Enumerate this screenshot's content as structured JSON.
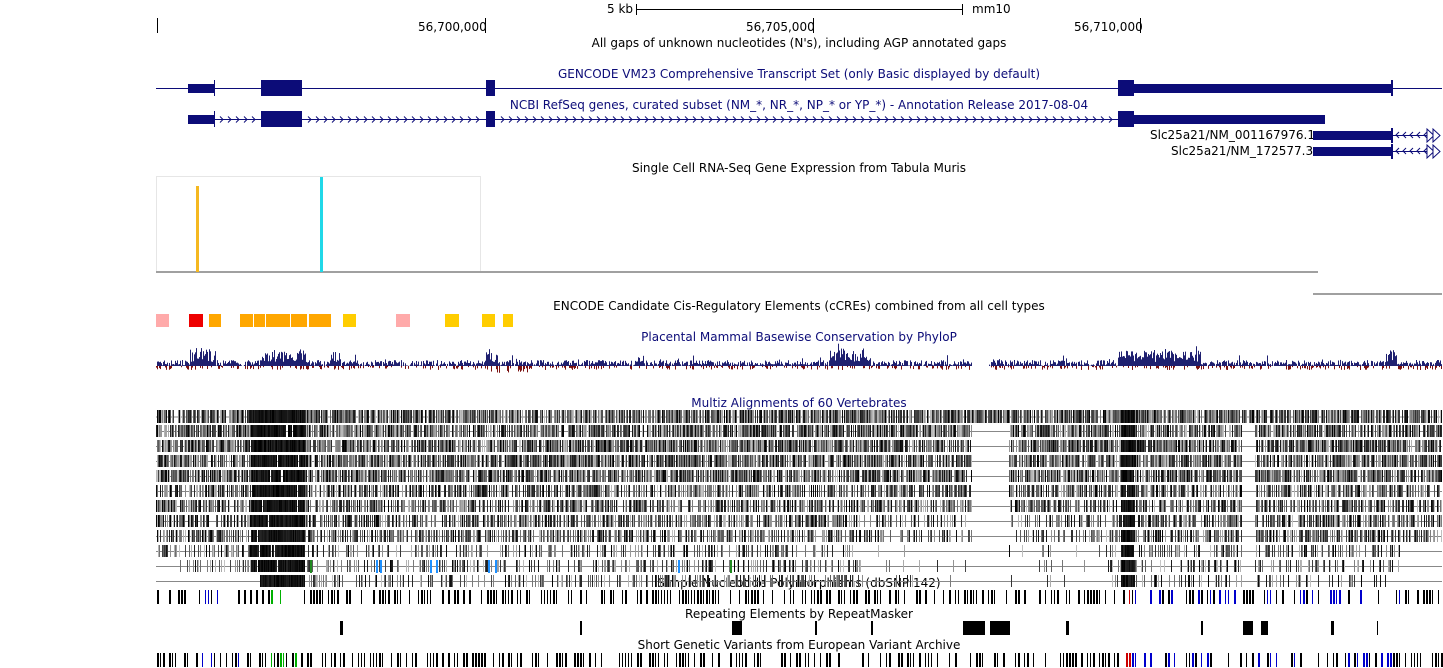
{
  "ruler": {
    "scale_label": "5 kb",
    "assembly": "mm10",
    "positions": [
      "56,700,000",
      "56,705,000",
      "56,710,000"
    ]
  },
  "tracks": {
    "gap": "All gaps of unknown nucleotides (N's), including AGP annotated gaps",
    "gencode": "GENCODE VM23 Comprehensive Transcript Set (only Basic displayed by default)",
    "refseq": "NCBI RefSeq genes, curated subset (NM_*, NR_*, NP_* or YP_*) - Annotation Release 2017-08-04",
    "tabula_muris": "Single Cell RNA-Seq Gene Expression from Tabula Muris",
    "encode": "ENCODE Candidate Cis-Regulatory Elements (cCREs) combined from all cell types",
    "phylop": "Placental Mammal Basewise Conservation by PhyloP",
    "multiz": "Multiz Alignments of 60 Vertebrates",
    "snp": "Simple Nucleotide Polymorphisms (dbSNP 142)",
    "repeatmasker": "Repeating Elements by RepeatMasker",
    "eva": "Short Genetic Variants from European Variant Archive"
  },
  "transcripts": [
    "Slc25a21/NM_001167976.1",
    "Slc25a21/NM_172577.3"
  ],
  "colors": {
    "gene": "#0c0c78",
    "ccre_pink": "#ffaaaa",
    "ccre_red": "#ee0000",
    "ccre_orange": "#ffa700",
    "ccre_yellow": "#ffcd00",
    "tm_orange": "#f5b820",
    "tm_cyan": "#20d8e8",
    "phylop_pos": "#1f2070",
    "phylop_neg": "#7a1010",
    "snp_blue": "#0000cc",
    "snp_green": "#00b000"
  }
}
